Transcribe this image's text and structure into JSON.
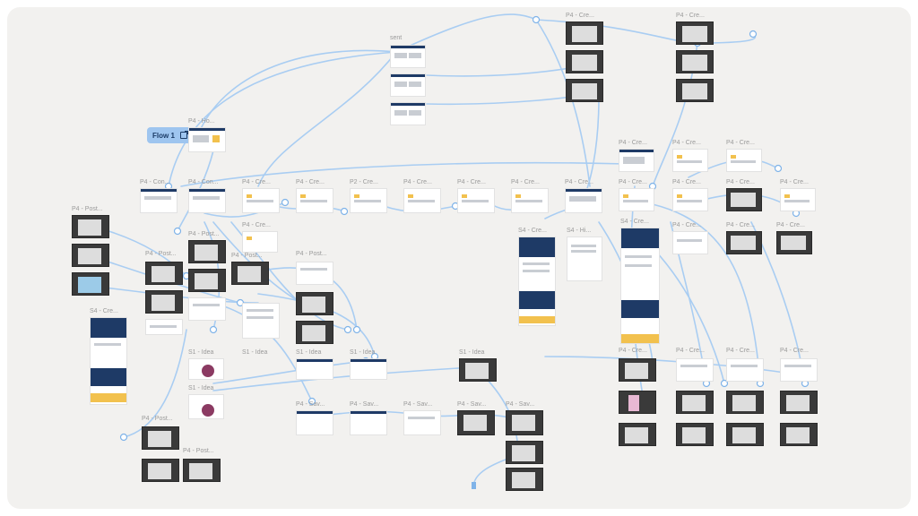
{
  "flow_badge": {
    "label": "Flow 1",
    "icon": "external-link-icon"
  },
  "labels": {
    "sent": "sent",
    "p4_cre": "P4 - Cre...",
    "p4_ho": "P4 - Ho...",
    "p4_con": "P4 - Con...",
    "p4_post": "P4 - Post...",
    "s4_cre": "S4 - Cre...",
    "s1_idea": "S1 - Idea",
    "p4_sav": "P4 - Sav...",
    "s4_hidden": "S4 - Hi...",
    "p2_cre": "P2 - Cre..."
  },
  "colors": {
    "canvas": "#f2f1ef",
    "connector": "#a9cdf2",
    "frame_header": "#1e3a66",
    "accent": "#f2c14e",
    "badge": "#9ec5ef"
  }
}
